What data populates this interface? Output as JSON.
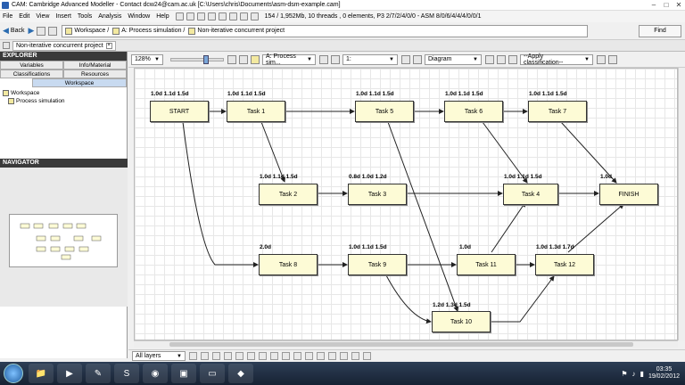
{
  "window": {
    "title": "CAM: Cambridge Advanced Modeller - Contact dcw24@cam.ac.uk [C:\\Users\\chris\\Documents\\asm-dsm-example.cam]"
  },
  "menubar": {
    "items": [
      "File",
      "Edit",
      "View",
      "Insert",
      "Tools",
      "Analysis",
      "Window",
      "Help"
    ],
    "status": "154 / 1,952Mb, 10 threads , 0 elements, P3 2/7/2/4/0/0 - ASM 8/0/6/4/4/4/0/0/1"
  },
  "navbar": {
    "back_label": "Back",
    "crumb_workspace": "Workspace /",
    "crumb_process": "A: Process simulation /",
    "crumb_current": "Non-iterative concurrent project",
    "find_label": "Find"
  },
  "doctab": {
    "label": "Non-iterative concurrent project"
  },
  "explorer": {
    "header": "EXPLORER",
    "tabs_row1": [
      "Variables",
      "Info/Material"
    ],
    "tabs_row2": [
      "Classifications",
      "Resources"
    ],
    "tab_workspace": "Workspace",
    "tree": [
      "Workspace",
      "Process simulation"
    ]
  },
  "navigator": {
    "header": "NAVIGATOR"
  },
  "canvas_toolbar": {
    "zoom": "128%",
    "process_select": "A: Process sim...",
    "level_select": "1:",
    "view_select": "Diagram",
    "classification_select": "--Apply classification--"
  },
  "diagram": {
    "nodes": [
      {
        "id": "start",
        "label": "START",
        "dur": "1.0d 1.1d 1.5d"
      },
      {
        "id": "task1",
        "label": "Task 1",
        "dur": "1.0d 1.1d 1.5d"
      },
      {
        "id": "task5",
        "label": "Task 5",
        "dur": "1.0d 1.1d 1.5d"
      },
      {
        "id": "task6",
        "label": "Task 6",
        "dur": "1.0d 1.1d 1.5d"
      },
      {
        "id": "task7",
        "label": "Task 7",
        "dur": "1.0d 1.1d 1.5d"
      },
      {
        "id": "task2",
        "label": "Task 2",
        "dur": "1.0d 1.1d 1.5d"
      },
      {
        "id": "task3",
        "label": "Task 3",
        "dur": "0.8d 1.0d 1.2d"
      },
      {
        "id": "task4",
        "label": "Task 4",
        "dur": "1.0d 1.1d 1.5d"
      },
      {
        "id": "finish",
        "label": "FINISH",
        "dur": "1.0d"
      },
      {
        "id": "task8",
        "label": "Task 8",
        "dur": "2.0d"
      },
      {
        "id": "task9",
        "label": "Task 9",
        "dur": "1.0d 1.1d 1.5d"
      },
      {
        "id": "task11",
        "label": "Task 11",
        "dur": "1.0d"
      },
      {
        "id": "task12",
        "label": "Task 12",
        "dur": "1.0d 1.3d 1.7d"
      },
      {
        "id": "task10",
        "label": "Task 10",
        "dur": "1.2d 1.3d 1.5d"
      }
    ]
  },
  "bottom_toolbar": {
    "layers_select": "All layers"
  },
  "taskbar": {
    "time": "03:35",
    "date": "19/02/2012"
  }
}
